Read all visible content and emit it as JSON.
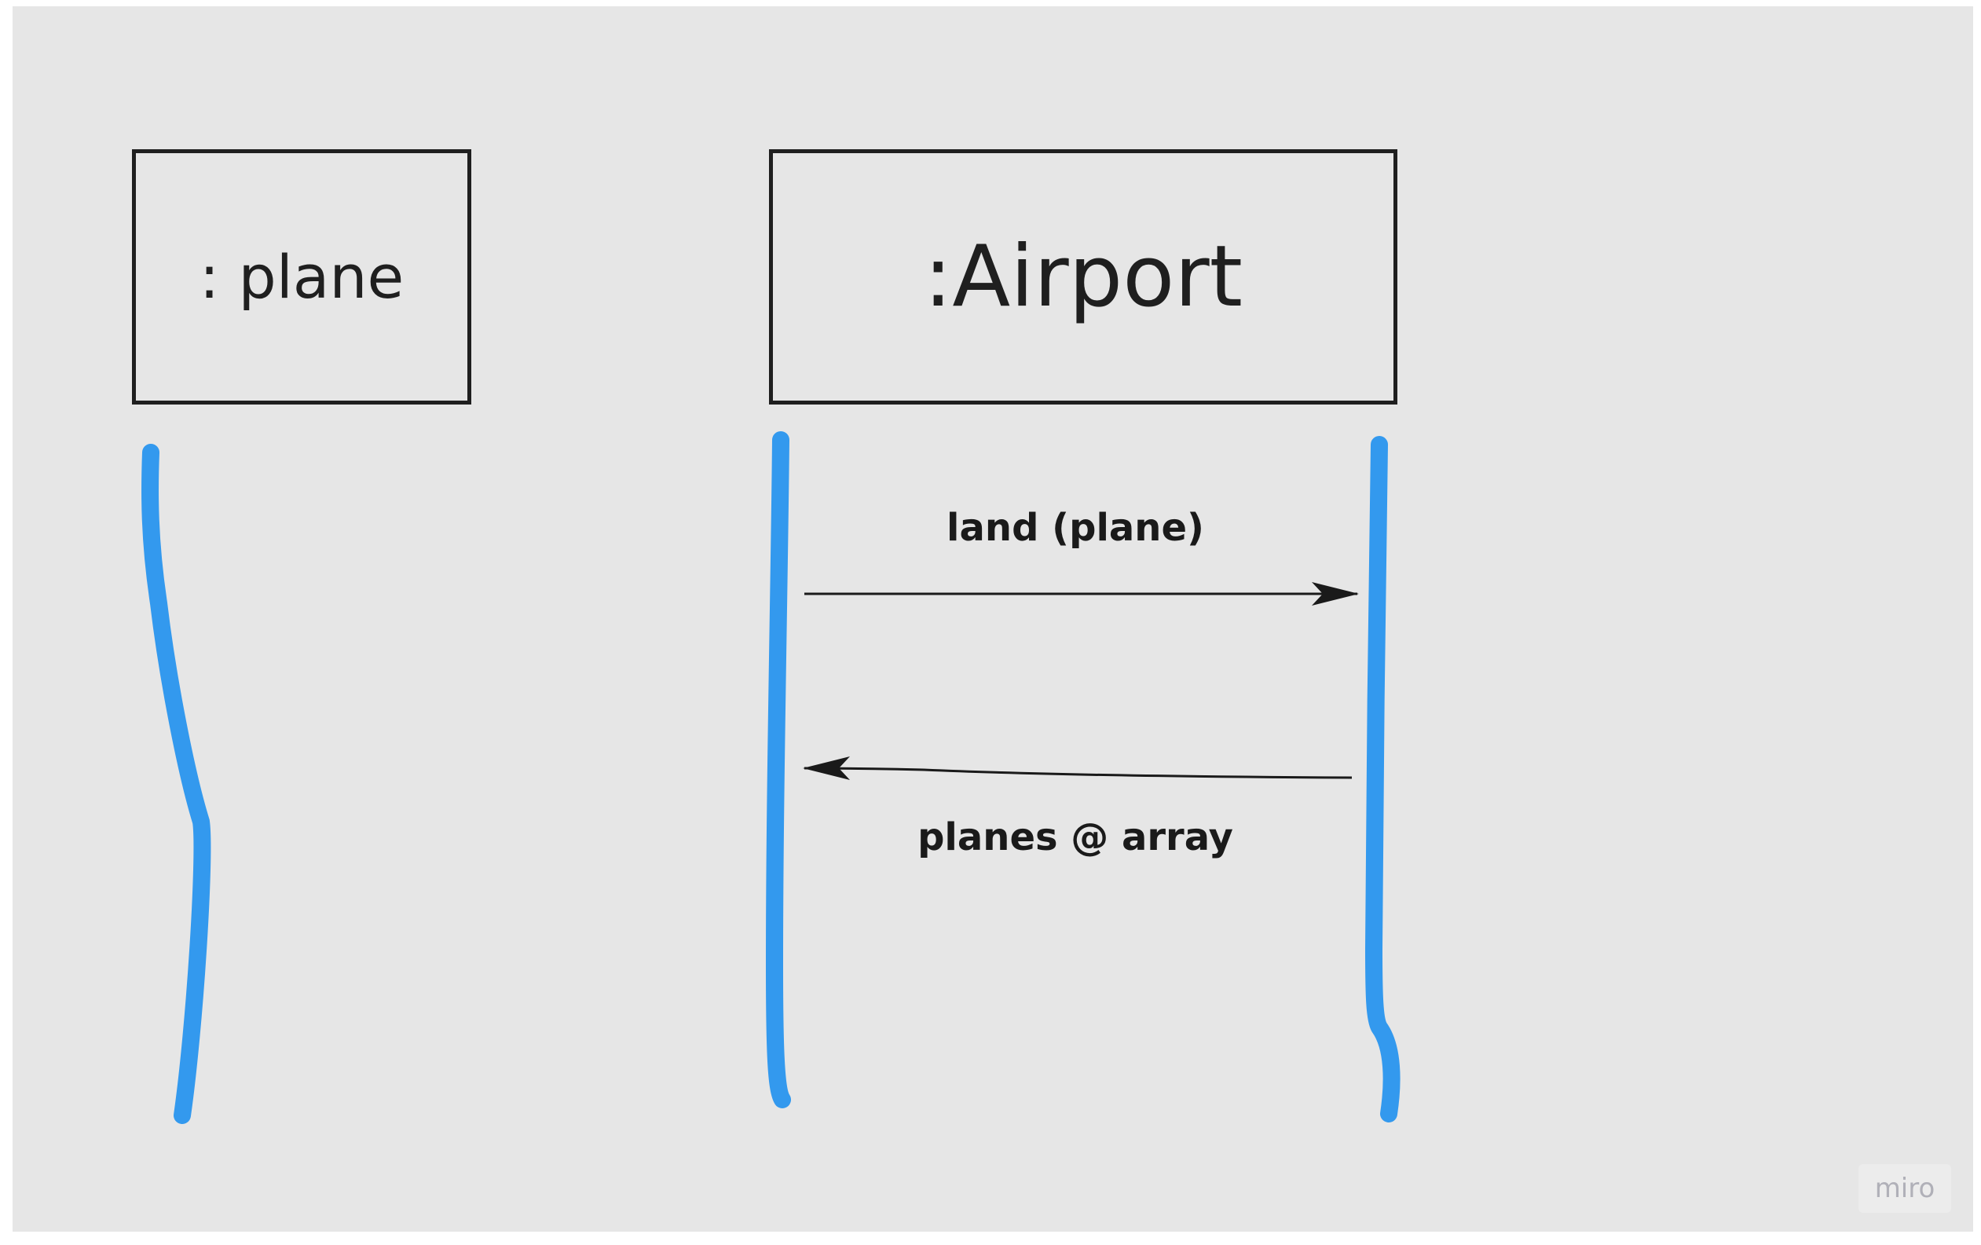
{
  "diagram": {
    "participants": [
      {
        "id": "plane",
        "label": ": plane"
      },
      {
        "id": "airport",
        "label": ":Airport"
      }
    ],
    "messages": [
      {
        "label": "land (plane)",
        "direction": "right"
      },
      {
        "label": "planes @ array",
        "direction": "left"
      }
    ],
    "colors": {
      "background": "#e6e6e6",
      "lifeline": "#3399ee",
      "border": "#1f1f1f",
      "text": "#1a1a1a"
    }
  },
  "watermark": {
    "text": "miro"
  }
}
